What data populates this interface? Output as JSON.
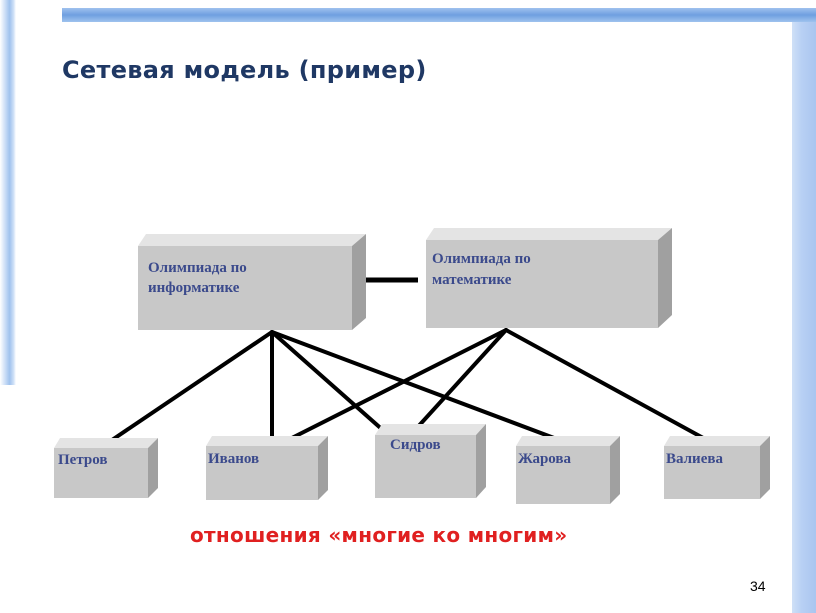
{
  "slide": {
    "title": "Сетевая модель (пример)",
    "caption": "отношения «многие ко многим»",
    "page_number": "34"
  },
  "nodes": {
    "olympiad_cs": [
      "Олимпиада по",
      "информатике"
    ],
    "olympiad_math": [
      "Олимпиада по",
      "математике"
    ],
    "petrov": "Петров",
    "ivanov": "Иванов",
    "sidorov": "Сидров",
    "zharova": "Жарова",
    "valieva": "Валиева"
  },
  "colors": {
    "title": "#1f3864",
    "caption": "#e02020",
    "box_face": "#c8c8c8",
    "box_side": "#a0a0a0",
    "box_top": "#e4e4e4",
    "box_text": "#3b4a8c"
  }
}
